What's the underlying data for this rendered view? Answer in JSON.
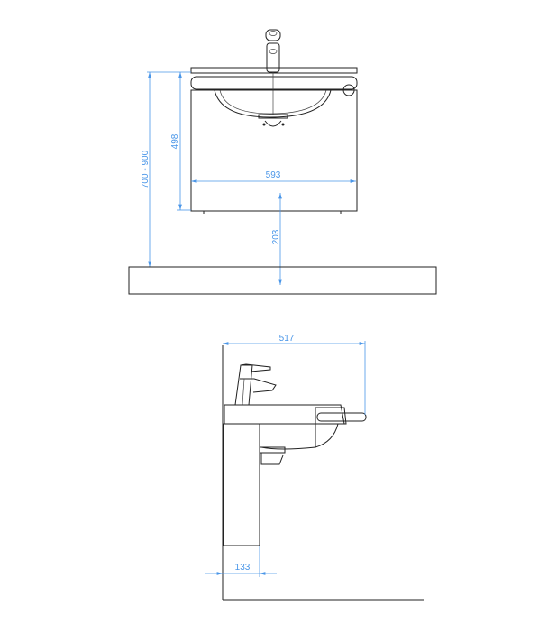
{
  "front_view": {
    "dimensions": {
      "mounting_height": "700 - 900",
      "cabinet_height": "498",
      "width": "593",
      "floor_clearance": "203"
    }
  },
  "side_view": {
    "dimensions": {
      "depth": "517",
      "cabinet_depth": "133"
    }
  },
  "colors": {
    "dimension": "#4a96e8",
    "line": "#222222"
  }
}
